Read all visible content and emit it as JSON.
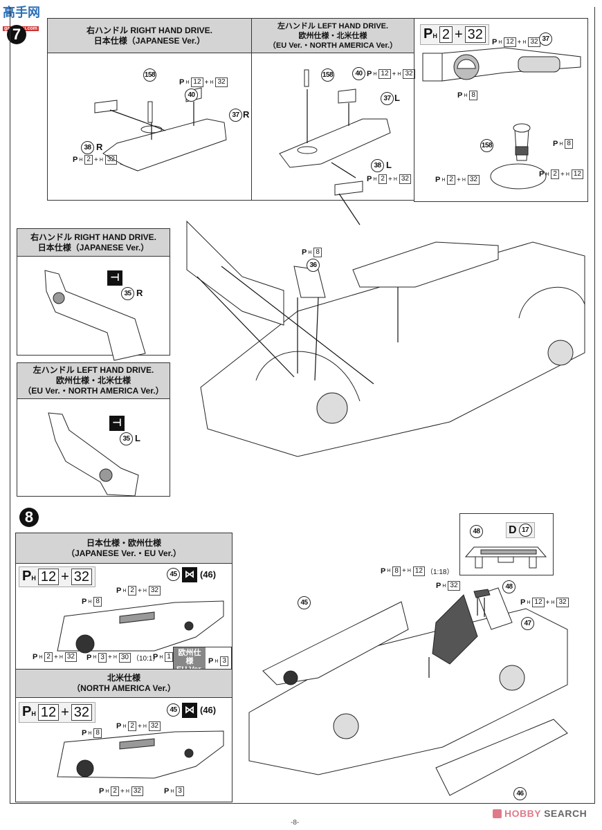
{
  "page": {
    "page_number": "-8-",
    "watermark_top": {
      "title": "高手网",
      "url": "gao-shou.com"
    },
    "watermark_bottom": {
      "brand": "HOBBY",
      "suffix": "SEARCH"
    }
  },
  "step7": {
    "number": "7",
    "panels": {
      "rhd_console": {
        "header": [
          "右ハンドル RIGHT HAND DRIVE.",
          "日本仕様（JAPANESE Ver.）"
        ],
        "parts": [
          {
            "num": "158",
            "side": ""
          },
          {
            "num": "40",
            "side": ""
          },
          {
            "num": "37",
            "side": "R"
          },
          {
            "num": "38",
            "side": "R"
          }
        ],
        "paints": [
          {
            "main": "12",
            "sub": "32"
          },
          {
            "main": "2",
            "sub": "32"
          }
        ]
      },
      "lhd_console": {
        "header": [
          "左ハンドル LEFT HAND DRIVE.",
          "欧州仕様・北米仕様",
          "（EU Ver.・NORTH AMERICA Ver.）"
        ],
        "parts": [
          {
            "num": "158",
            "side": ""
          },
          {
            "num": "40",
            "side": ""
          },
          {
            "num": "37",
            "side": "L"
          },
          {
            "num": "38",
            "side": "L"
          }
        ],
        "paints": [
          {
            "main": "12",
            "sub": "32"
          },
          {
            "main": "2",
            "sub": "32"
          }
        ]
      },
      "console_detail": {
        "base_paint": {
          "main": "2",
          "sub": "32"
        },
        "parts": [
          {
            "num": "37"
          },
          {
            "num": "158"
          }
        ],
        "paints": [
          {
            "main": "12",
            "sub": "32"
          },
          {
            "main": "8",
            "sub": ""
          },
          {
            "main": "8",
            "sub": ""
          },
          {
            "main": "2",
            "sub": "12"
          },
          {
            "main": "2",
            "sub": "32"
          }
        ]
      },
      "rhd_firewall": {
        "header": [
          "右ハンドル RIGHT HAND DRIVE.",
          "日本仕様（JAPANESE Ver.）"
        ],
        "part": {
          "num": "35",
          "side": "R"
        },
        "icon": "mirror-part-icon"
      },
      "lhd_firewall": {
        "header": [
          "左ハンドル LEFT HAND DRIVE.",
          "欧州仕様・北米仕様",
          "（EU Ver.・NORTH AMERICA Ver.）"
        ],
        "part": {
          "num": "35",
          "side": "L"
        },
        "icon": "mirror-part-icon"
      }
    },
    "main_callouts": {
      "part36": {
        "num": "36"
      },
      "paint36": {
        "main": "8",
        "sub": ""
      }
    }
  },
  "step8": {
    "number": "8",
    "panels": {
      "jp_eu_door": {
        "header": [
          "日本仕様・欧州仕様",
          "（JAPANESE Ver.・EU Ver.）"
        ],
        "base_paint": {
          "main": "12",
          "sub": "32"
        },
        "part_label": {
          "num": "45",
          "icon": "clear-part-icon",
          "alt": "(46)"
        },
        "paints": [
          {
            "main": "2",
            "sub": "32",
            "note": ""
          },
          {
            "main": "8",
            "sub": "",
            "note": ""
          },
          {
            "main": "2",
            "sub": "32",
            "note": ""
          },
          {
            "main": "3",
            "sub": "30",
            "note": "（10:1）"
          },
          {
            "main": "1",
            "sub": "",
            "note": ""
          }
        ],
        "eu_badge": {
          "line1": "欧州仕様",
          "line2": "EU Ver.",
          "paint": "3"
        }
      },
      "na_door": {
        "header": [
          "北米仕様",
          "（NORTH AMERICA Ver.）"
        ],
        "base_paint": {
          "main": "12",
          "sub": "32"
        },
        "part_label": {
          "num": "45",
          "icon": "clear-part-icon",
          "alt": "(46)"
        },
        "paints": [
          {
            "main": "2",
            "sub": "32"
          },
          {
            "main": "8",
            "sub": ""
          },
          {
            "main": "2",
            "sub": "32"
          },
          {
            "main": "3",
            "sub": ""
          }
        ]
      },
      "spoiler_detail": {
        "part": {
          "num": "48"
        },
        "decal": {
          "sheet": "D",
          "num": "17"
        }
      }
    },
    "main_callouts": {
      "part45": {
        "num": "45"
      },
      "part46": {
        "num": "46"
      },
      "part47": {
        "num": "47"
      },
      "part48": {
        "num": "48"
      },
      "seat_paint": {
        "main": "8",
        "sub": "12",
        "note": "（1:18）"
      },
      "paint32": {
        "main": "32",
        "sub": ""
      },
      "paint48": {
        "main": "12",
        "sub": "32"
      }
    }
  }
}
